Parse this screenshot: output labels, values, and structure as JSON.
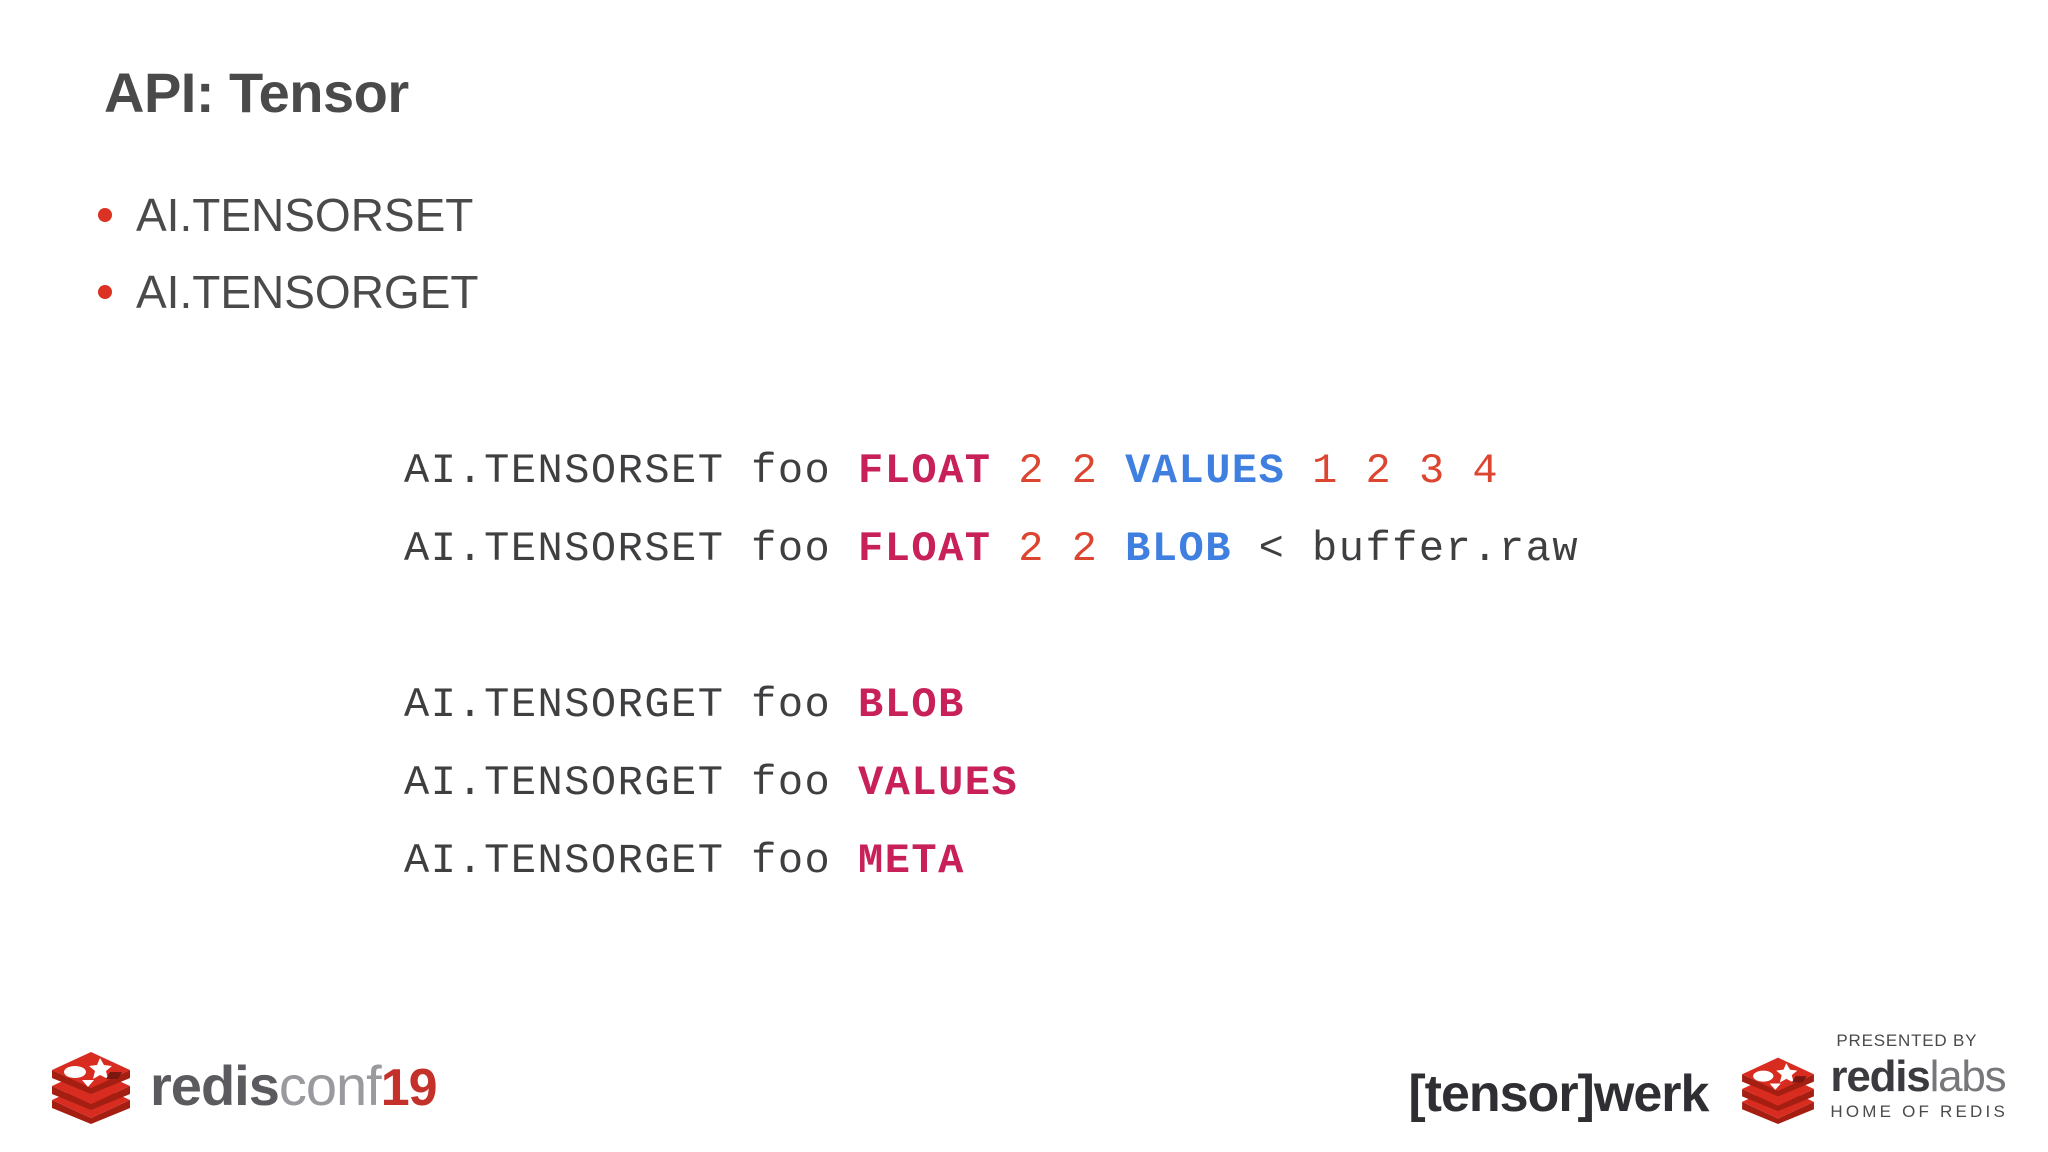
{
  "slide": {
    "title": "API: Tensor",
    "background_color": "#ffffff"
  },
  "bullets": {
    "dot_color": "#dc3223",
    "items": [
      {
        "label": "AI.TENSORSET"
      },
      {
        "label": "AI.TENSORGET"
      }
    ]
  },
  "code": {
    "colors": {
      "plain": "#3f3f42",
      "crimson": "#c8215a",
      "blue": "#3f7fe0",
      "orange": "#dc4530"
    },
    "lines": [
      {
        "id": "tensorset-values",
        "tokens": [
          {
            "text": "AI.TENSORSET foo ",
            "color": "plain"
          },
          {
            "text": "FLOAT",
            "color": "crimson"
          },
          {
            "text": " ",
            "color": "plain"
          },
          {
            "text": "2",
            "color": "orange"
          },
          {
            "text": " ",
            "color": "plain"
          },
          {
            "text": "2",
            "color": "orange"
          },
          {
            "text": " ",
            "color": "plain"
          },
          {
            "text": "VALUES",
            "color": "blue"
          },
          {
            "text": " ",
            "color": "plain"
          },
          {
            "text": "1",
            "color": "orange"
          },
          {
            "text": " ",
            "color": "plain"
          },
          {
            "text": "2",
            "color": "orange"
          },
          {
            "text": " ",
            "color": "plain"
          },
          {
            "text": "3",
            "color": "orange"
          },
          {
            "text": " ",
            "color": "plain"
          },
          {
            "text": "4",
            "color": "orange"
          }
        ]
      },
      {
        "id": "tensorset-blob",
        "tokens": [
          {
            "text": "AI.TENSORSET foo ",
            "color": "plain"
          },
          {
            "text": "FLOAT",
            "color": "crimson"
          },
          {
            "text": " ",
            "color": "plain"
          },
          {
            "text": "2",
            "color": "orange"
          },
          {
            "text": " ",
            "color": "plain"
          },
          {
            "text": "2",
            "color": "orange"
          },
          {
            "text": " ",
            "color": "plain"
          },
          {
            "text": "BLOB",
            "color": "blue"
          },
          {
            "text": " < buffer.raw",
            "color": "plain"
          }
        ]
      },
      {
        "id": "spacer",
        "tokens": []
      },
      {
        "id": "tensorget-blob",
        "tokens": [
          {
            "text": "AI.TENSORGET foo ",
            "color": "plain"
          },
          {
            "text": "BLOB",
            "color": "crimson"
          }
        ]
      },
      {
        "id": "tensorget-values",
        "tokens": [
          {
            "text": "AI.TENSORGET foo ",
            "color": "plain"
          },
          {
            "text": "VALUES",
            "color": "crimson"
          }
        ]
      },
      {
        "id": "tensorget-meta",
        "tokens": [
          {
            "text": "AI.TENSORGET foo ",
            "color": "plain"
          },
          {
            "text": "META",
            "color": "crimson"
          }
        ]
      }
    ]
  },
  "footer": {
    "redisconf": {
      "icon": "redis-cube-icon",
      "word_redis": "redis",
      "word_conf": "conf",
      "word_year": "19"
    },
    "tensorwerk": {
      "label": "[tensor]werk"
    },
    "redislabs": {
      "presented_by": "PRESENTED BY",
      "icon": "redis-cube-icon",
      "word_redis": "redis",
      "word_labs": "labs",
      "tagline": "HOME OF REDIS"
    }
  }
}
